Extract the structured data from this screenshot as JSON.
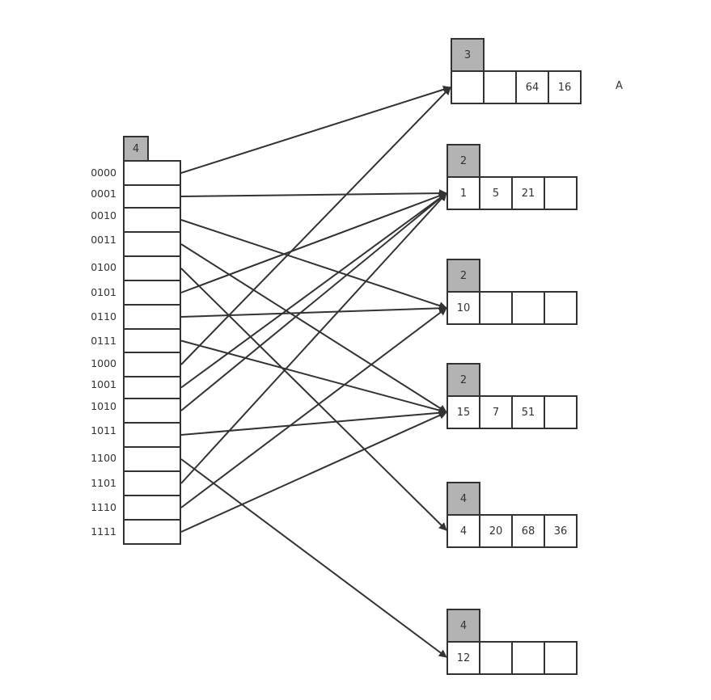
{
  "directory": {
    "global_depth": "4",
    "keys": [
      "0000",
      "0001",
      "0010",
      "0011",
      "0100",
      "0101",
      "0110",
      "0111",
      "1000",
      "1001",
      "1010",
      "1011",
      "1100",
      "1101",
      "1110",
      "1111"
    ]
  },
  "buckets": [
    {
      "local_depth": "3",
      "values": [
        "",
        "",
        "64",
        "16"
      ],
      "tag": "A"
    },
    {
      "local_depth": "2",
      "values": [
        "1",
        "5",
        "21",
        ""
      ]
    },
    {
      "local_depth": "2",
      "values": [
        "10",
        "",
        "",
        ""
      ]
    },
    {
      "local_depth": "2",
      "values": [
        "15",
        "7",
        "51",
        ""
      ]
    },
    {
      "local_depth": "4",
      "values": [
        "4",
        "20",
        "68",
        "36"
      ]
    },
    {
      "local_depth": "4",
      "values": [
        "12",
        "",
        "",
        ""
      ]
    }
  ],
  "pointers": [
    0,
    1,
    2,
    3,
    4,
    1,
    2,
    3,
    0,
    1,
    1,
    3,
    5,
    1,
    2,
    3
  ],
  "colors": {
    "stroke": "#333333",
    "depth_fill": "#b3b3b3",
    "cell_fill": "#ffffff"
  }
}
